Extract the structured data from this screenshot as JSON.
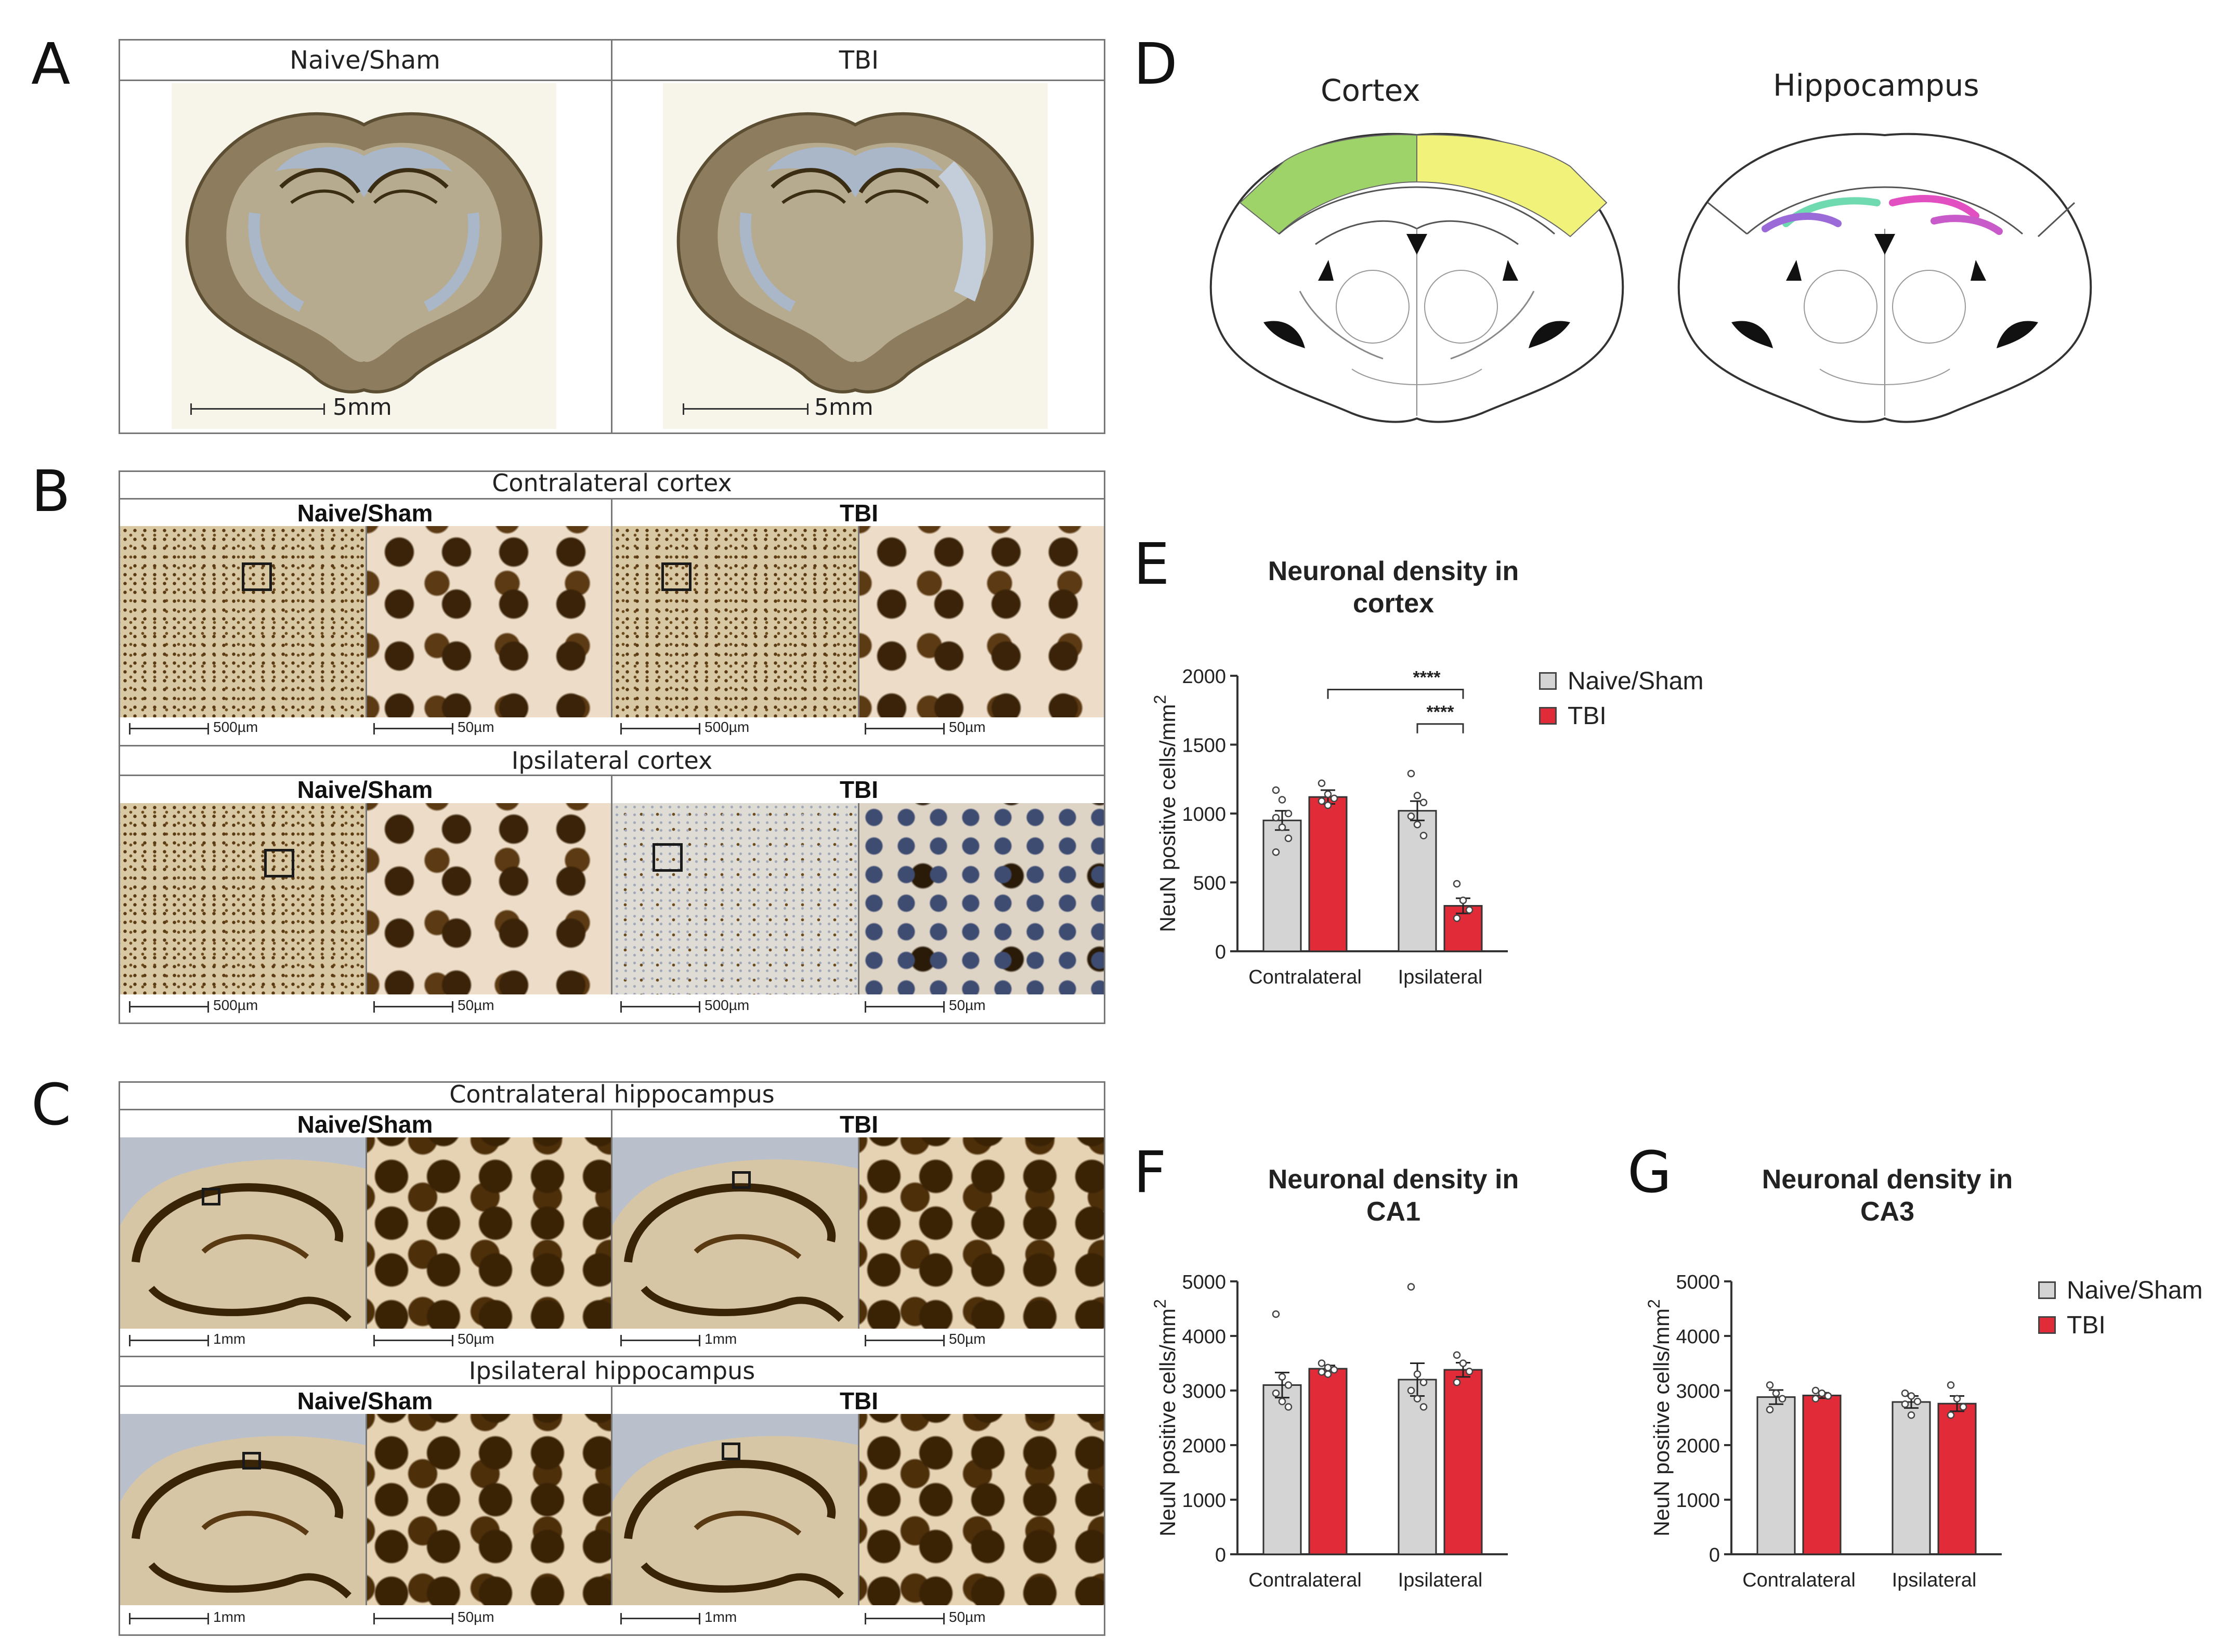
{
  "colors": {
    "naive": "#d4d4d4",
    "tbi": "#e12b38",
    "bar_stroke": "#333333",
    "frame": "#777777"
  },
  "panel_letters": {
    "a": "A",
    "b": "B",
    "c": "C",
    "d": "D",
    "e": "E",
    "f": "F",
    "g": "G"
  },
  "panelA": {
    "left_title": "Naive/Sham",
    "right_title": "TBI",
    "scale_left": "5mm",
    "scale_right": "5mm"
  },
  "panelB": {
    "contra_title": "Contralateral cortex",
    "ipsi_title": "Ipsilateral cortex",
    "col_naive": "Naive/Sham",
    "col_tbi": "TBI",
    "scale_low": "500µm",
    "scale_high": "50µm"
  },
  "panelC": {
    "contra_title": "Contralateral hippocampus",
    "ipsi_title": "Ipsilateral hippocampus",
    "col_naive": "Naive/Sham",
    "col_tbi": "TBI",
    "scale_low": "1mm",
    "scale_high": "50µm"
  },
  "panelD": {
    "cortex_label": "Cortex",
    "hippocampus_label": "Hippocampus"
  },
  "legend": {
    "naive": "Naive/Sham",
    "tbi": "TBI"
  },
  "chart_data": [
    {
      "id": "E",
      "type": "bar",
      "title_line1": "Neuronal density in",
      "title_line2": "cortex",
      "ylabel": "NeuN positive cells/mm",
      "ylabel_sup": "2",
      "ylim": [
        0,
        2000
      ],
      "yticks": [
        "0",
        "500",
        "1000",
        "1500",
        "2000"
      ],
      "categories": [
        "Contralateral",
        "Ipsilateral"
      ],
      "series": [
        {
          "name": "Naive/Sham",
          "values": [
            950,
            1020
          ],
          "sem": [
            70,
            70
          ],
          "points": [
            [
              1170,
              1100,
              1000,
              970,
              900,
              820,
              720
            ],
            [
              1290,
              1130,
              1080,
              980,
              920,
              840
            ]
          ]
        },
        {
          "name": "TBI",
          "values": [
            1120,
            330
          ],
          "sem": [
            50,
            55
          ],
          "points": [
            [
              1220,
              1140,
              1110,
              1090,
              1060
            ],
            [
              490,
              370,
              300,
              240
            ]
          ]
        }
      ],
      "significance": [
        "****",
        "****"
      ]
    },
    {
      "id": "F",
      "type": "bar",
      "title_line1": "Neuronal density in",
      "title_line2": "CA1",
      "ylabel": "NeuN positive cells/mm",
      "ylabel_sup": "2",
      "ylim": [
        0,
        5000
      ],
      "yticks": [
        "0",
        "1000",
        "2000",
        "3000",
        "4000",
        "5000"
      ],
      "categories": [
        "Contralateral",
        "Ipsilateral"
      ],
      "series": [
        {
          "name": "Naive/Sham",
          "values": [
            3100,
            3200
          ],
          "sem": [
            230,
            300
          ],
          "points": [
            [
              4400,
              3250,
              3100,
              2950,
              2800,
              2700
            ],
            [
              4900,
              3300,
              3150,
              3000,
              2850,
              2700
            ]
          ]
        },
        {
          "name": "TBI",
          "values": [
            3400,
            3380
          ],
          "sem": [
            60,
            130
          ],
          "points": [
            [
              3500,
              3420,
              3380,
              3340,
              3300
            ],
            [
              3650,
              3500,
              3350,
              3150
            ]
          ]
        }
      ]
    },
    {
      "id": "G",
      "type": "bar",
      "title_line1": "Neuronal density in",
      "title_line2": "CA3",
      "ylabel": "NeuN positive cells/mm",
      "ylabel_sup": "2",
      "ylim": [
        0,
        5000
      ],
      "yticks": [
        "0",
        "1000",
        "2000",
        "3000",
        "4000",
        "5000"
      ],
      "categories": [
        "Contralateral",
        "Ipsilateral"
      ],
      "series": [
        {
          "name": "Naive/Sham",
          "values": [
            2880,
            2790
          ],
          "sem": [
            130,
            110
          ],
          "points": [
            [
              3100,
              2950,
              2850,
              2650
            ],
            [
              2950,
              2900,
              2800,
              2750,
              2550
            ]
          ]
        },
        {
          "name": "TBI",
          "values": [
            2910,
            2760
          ],
          "sem": [
            50,
            140
          ],
          "points": [
            [
              3000,
              2950,
              2900,
              2850
            ],
            [
              3100,
              2850,
              2700,
              2550
            ]
          ]
        }
      ]
    }
  ]
}
